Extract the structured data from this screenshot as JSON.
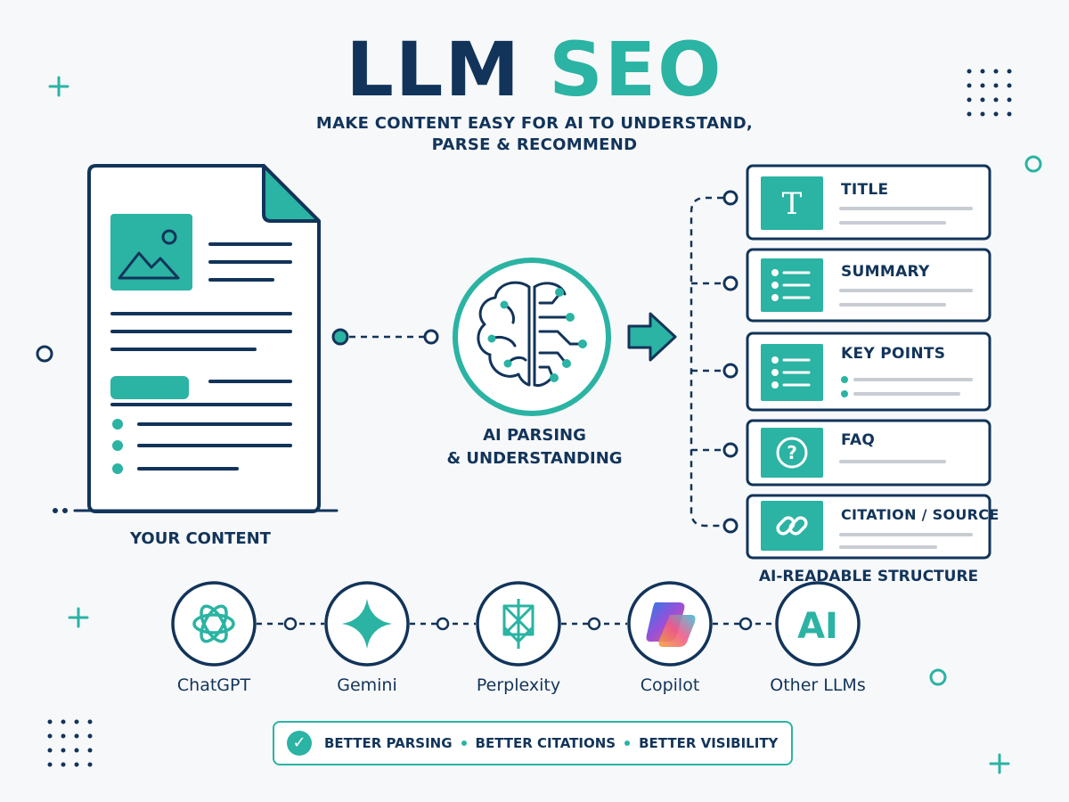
{
  "title": {
    "part1": "LLM",
    "part2": "SEO"
  },
  "subtitle": {
    "line1": "MAKE CONTENT EASY FOR AI TO UNDERSTAND,",
    "line2": "PARSE & RECOMMEND"
  },
  "content": {
    "label": "YOUR CONTENT"
  },
  "ai": {
    "label_line1": "AI PARSING",
    "label_line2": "& UNDERSTANDING",
    "icon": "brain-circuit-icon"
  },
  "structure": {
    "label": "AI-READABLE STRUCTURE",
    "cards": [
      {
        "label": "TITLE",
        "icon": "text-t-icon"
      },
      {
        "label": "SUMMARY",
        "icon": "list-icon"
      },
      {
        "label": "KEY POINTS",
        "icon": "list-icon"
      },
      {
        "label": "FAQ",
        "icon": "question-icon"
      },
      {
        "label": "CITATION / SOURCE",
        "icon": "link-icon"
      }
    ]
  },
  "llms": [
    {
      "label": "ChatGPT",
      "icon": "chatgpt-icon"
    },
    {
      "label": "Gemini",
      "icon": "gemini-icon"
    },
    {
      "label": "Perplexity",
      "icon": "perplexity-icon"
    },
    {
      "label": "Copilot",
      "icon": "copilot-icon"
    },
    {
      "label": "Other LLMs",
      "icon_text": "AI"
    }
  ],
  "benefits": [
    "BETTER PARSING",
    "BETTER CITATIONS",
    "BETTER VISIBILITY"
  ],
  "colors": {
    "navy": "#12345a",
    "teal": "#2bb3a3",
    "gray": "#c8ccd3"
  }
}
